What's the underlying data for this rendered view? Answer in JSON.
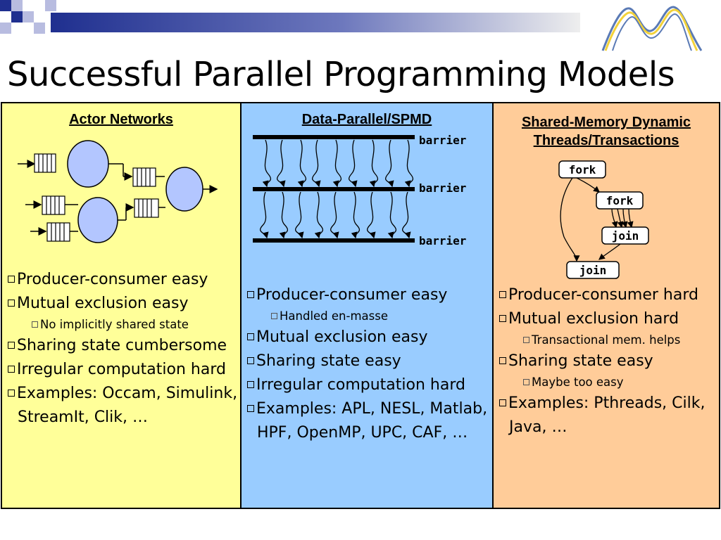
{
  "slide": {
    "title": "Successful Parallel Programming Models"
  },
  "columns": {
    "actor": {
      "heading": "Actor Networks",
      "bg": "#ffff99",
      "bullets": [
        {
          "level": 1,
          "text": "Producer-consumer easy"
        },
        {
          "level": 1,
          "text": "Mutual exclusion easy"
        },
        {
          "level": 2,
          "text": "No implicitly shared state"
        },
        {
          "level": 1,
          "text": "Sharing state cumbersome"
        },
        {
          "level": 1,
          "text": "Irregular computation hard"
        },
        {
          "level": 1,
          "text": "Examples: Occam, Simulink, StreamIt, Clik, …"
        }
      ]
    },
    "spmd": {
      "heading": "Data-Parallel/SPMD",
      "bg": "#99ccff",
      "barrier_labels": [
        "barrier",
        "barrier",
        "barrier"
      ],
      "bullets": [
        {
          "level": 1,
          "text": "Producer-consumer easy"
        },
        {
          "level": 2,
          "text": "Handled en-masse"
        },
        {
          "level": 1,
          "text": "Mutual exclusion easy"
        },
        {
          "level": 1,
          "text": "Sharing state easy"
        },
        {
          "level": 1,
          "text": "Irregular computation hard"
        },
        {
          "level": 1,
          "text": "Examples: APL, NESL, Matlab, HPF, OpenMP, UPC, CAF, …"
        }
      ]
    },
    "shared": {
      "heading_line1": "Shared-Memory Dynamic",
      "heading_line2": "Threads/Transactions",
      "bg": "#ffcc99",
      "fork_label": "fork",
      "join_label": "join",
      "bullets": [
        {
          "level": 1,
          "text": "Producer-consumer hard"
        },
        {
          "level": 1,
          "text": "Mutual exclusion hard"
        },
        {
          "level": 2,
          "text": "Transactional mem. helps"
        },
        {
          "level": 1,
          "text": "Sharing state easy"
        },
        {
          "level": 2,
          "text": "Maybe too easy"
        },
        {
          "level": 1,
          "text": "Examples: Pthreads, Cilk, Java, …"
        }
      ]
    }
  },
  "colors": {
    "deco_blue": "#1f2f8f",
    "deco_light": "#b8bce0",
    "actor_node": "#b3c6ff",
    "logo_blue": "#5a7ab5",
    "logo_yellow": "#f2d23a"
  }
}
